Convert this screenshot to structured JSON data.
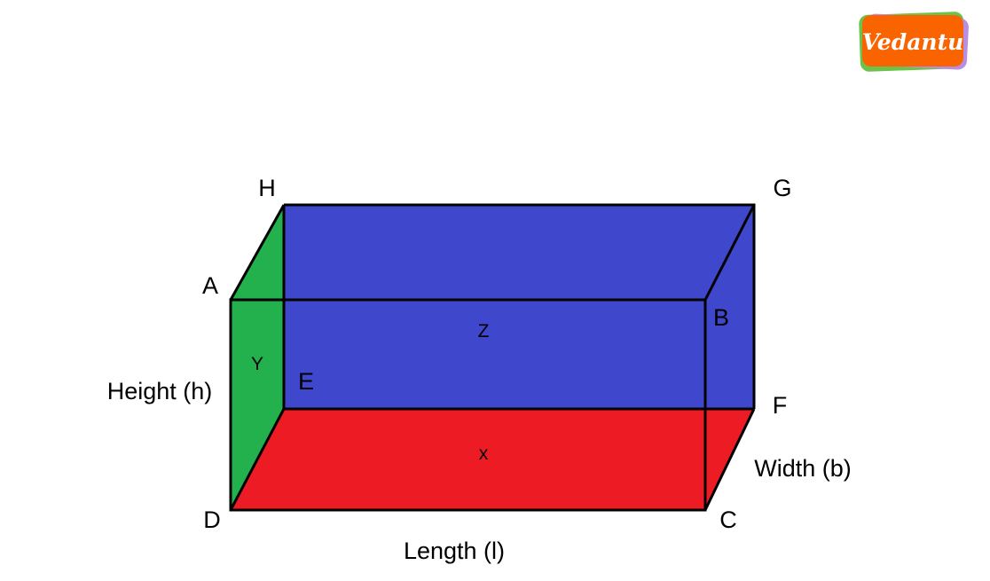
{
  "logo": {
    "text": "Vedantu",
    "colors": {
      "orange": "#f96400",
      "green": "#6cc24a",
      "purple": "#b98ee0"
    }
  },
  "colors": {
    "top_back_face": "#3f48cc",
    "bottom_face": "#ed1c24",
    "side_face": "#22b14c",
    "edges": "#000000"
  },
  "vertices": {
    "H": "H",
    "G": "G",
    "A": "A",
    "B": "B",
    "E": "E",
    "F": "F",
    "D": "D",
    "C": "C"
  },
  "faces": {
    "z": "Z",
    "y": "Y",
    "x": "x"
  },
  "dimensions": {
    "height": "Height (h)",
    "width": "Width (b)",
    "length": "Length (l)"
  }
}
